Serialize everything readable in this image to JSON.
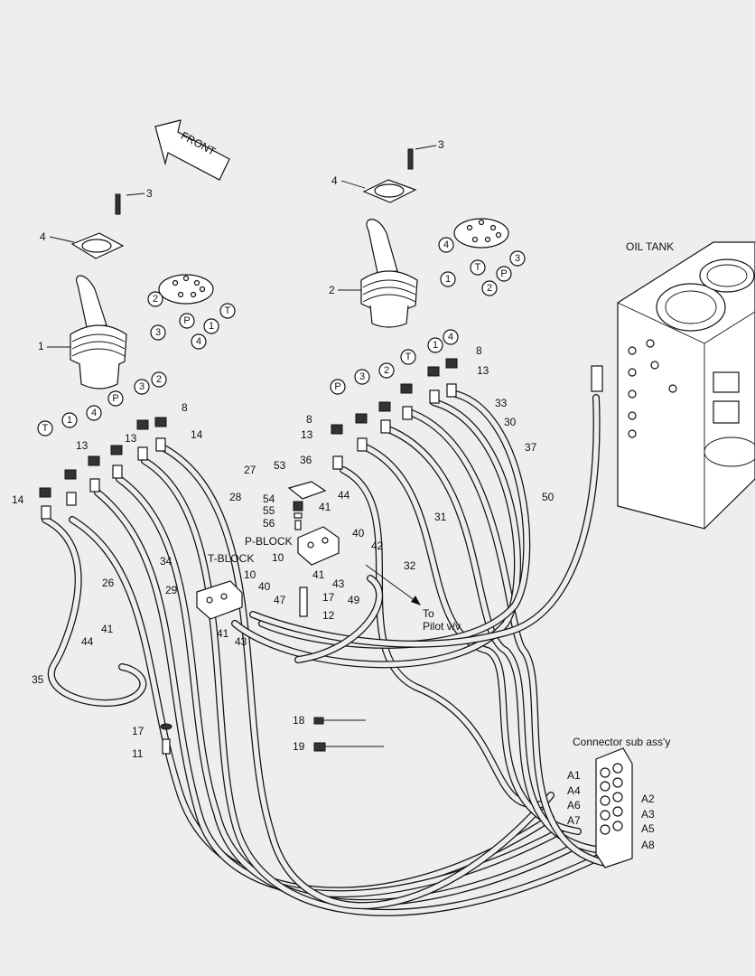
{
  "labels": {
    "front": "FRONT",
    "oil_tank": "OIL TANK",
    "t_block": "T-BLOCK",
    "p_block": "P-BLOCK",
    "to_pilot_line1": "To",
    "to_pilot_line2": "Pilot v/v",
    "connector_title": "Connector sub ass'y"
  },
  "connector_ports": [
    "A1",
    "A4",
    "A6",
    "A7",
    "A2",
    "A3",
    "A5",
    "A8"
  ],
  "circled_left_pattern": [
    "2",
    "3",
    "P",
    "4",
    "1",
    "T"
  ],
  "circled_right_pattern": [
    "4",
    "1",
    "T",
    "2",
    "P",
    "3"
  ],
  "circled_left_fittings": [
    "T",
    "1",
    "4",
    "P",
    "3",
    "2"
  ],
  "circled_right_fittings": [
    "P",
    "3",
    "2",
    "T",
    "1",
    "4"
  ],
  "part_numbers": [
    "1",
    "2",
    "3",
    "4",
    "8",
    "10",
    "11",
    "12",
    "13",
    "14",
    "17",
    "18",
    "19",
    "26",
    "27",
    "28",
    "29",
    "30",
    "31",
    "32",
    "33",
    "34",
    "35",
    "36",
    "37",
    "40",
    "41",
    "42",
    "43",
    "44",
    "47",
    "49",
    "50",
    "53",
    "54",
    "55",
    "56"
  ]
}
